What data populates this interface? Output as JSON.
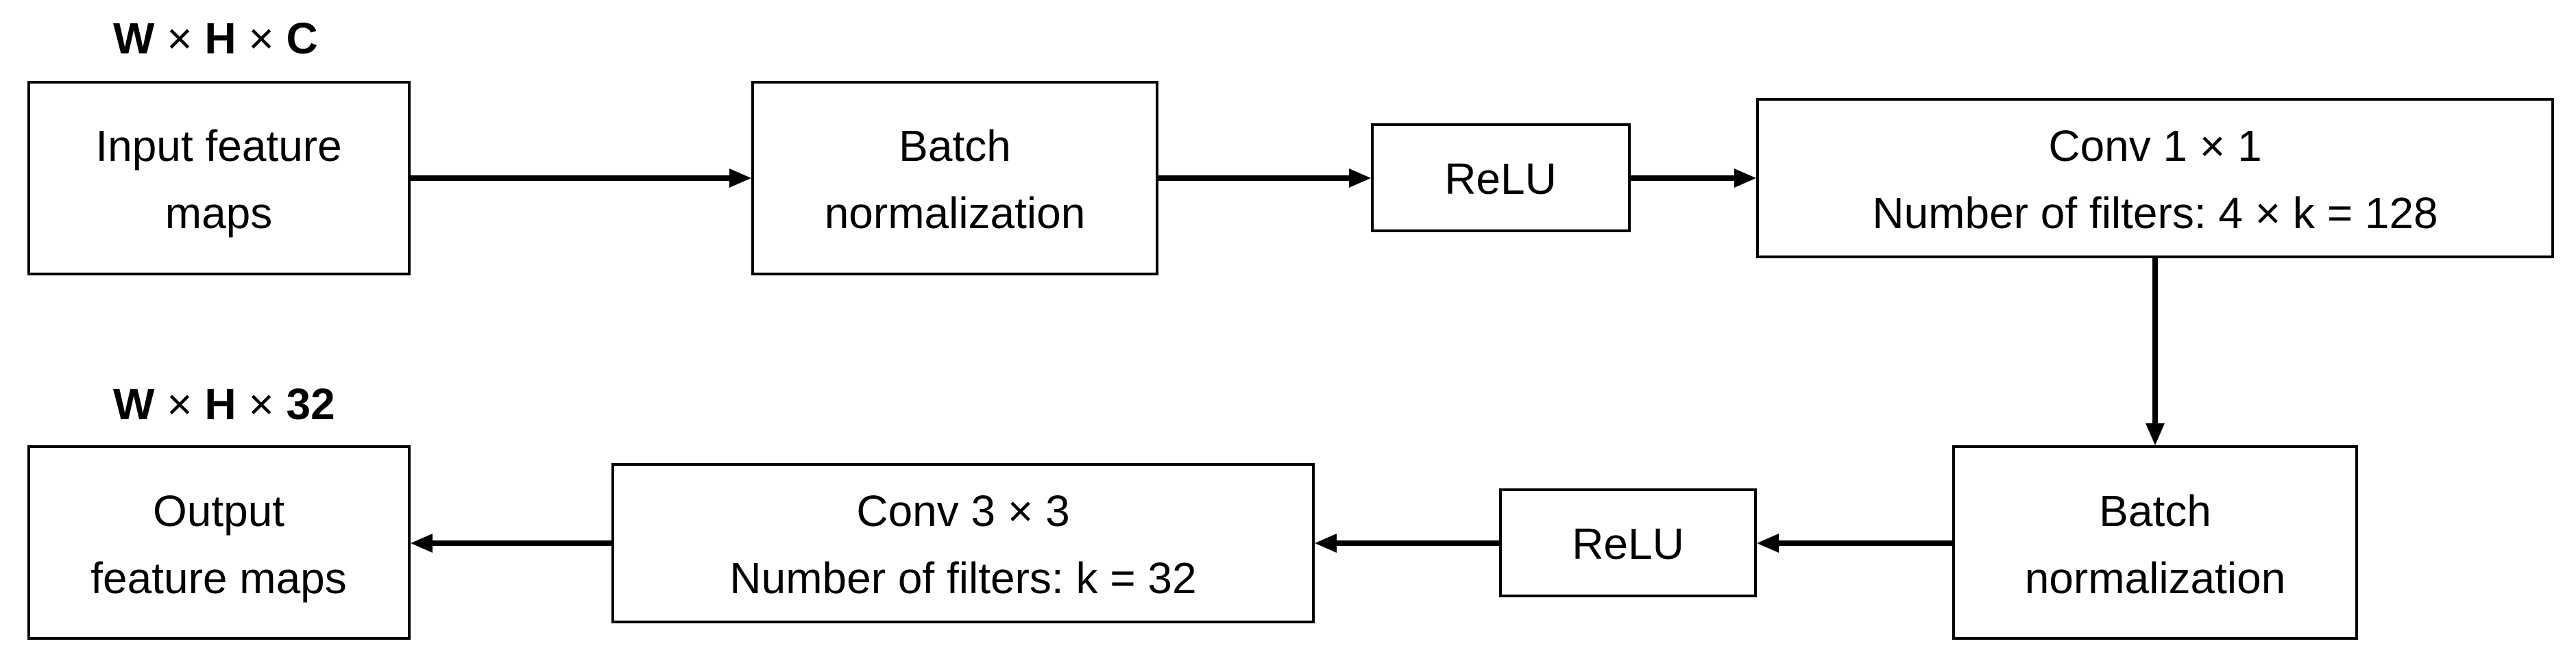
{
  "labels": {
    "input_dim": {
      "w": "W",
      "x1": " × ",
      "h": "H",
      "x2": " × ",
      "c": "C"
    },
    "output_dim": {
      "w": "W",
      "x1": " × ",
      "h": "H",
      "x2": " × ",
      "c": "32"
    }
  },
  "nodes": {
    "input": {
      "line1": "Input feature",
      "line2": "maps"
    },
    "bn1": {
      "line1": "Batch",
      "line2": "normalization"
    },
    "relu1": {
      "line1": "ReLU"
    },
    "conv1": {
      "line1": "Conv 1 × 1",
      "line2": "Number of filters: 4 × k = 128"
    },
    "bn2": {
      "line1": "Batch",
      "line2": "normalization"
    },
    "relu2": {
      "line1": "ReLU"
    },
    "conv3": {
      "line1": "Conv 3 × 3",
      "line2": "Number of filters: k = 32"
    },
    "output": {
      "line1": "Output",
      "line2": "feature maps"
    }
  },
  "colors": {
    "stroke": "#000000",
    "fill": "#ffffff",
    "text": "#000000"
  }
}
